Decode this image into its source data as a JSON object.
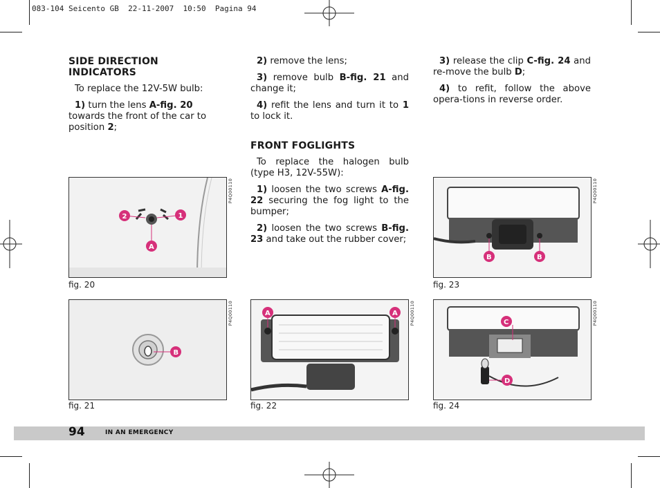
{
  "slug": "083-104 Seicento GB  22-11-2007  10:50  Pagina 94",
  "col1": {
    "heading_line1": "SIDE DIRECTION",
    "heading_line2": "INDICATORS",
    "intro": "To replace the 12V-5W bulb:",
    "s1_num": "1)",
    "s1_a": " turn the lens ",
    "s1_ref": "A-fig. 20",
    "s1_b": " towards the front of the car to position ",
    "s1_pos": "2",
    "s1_c": ";"
  },
  "col2": {
    "s2_num": "2)",
    "s2_a": " remove the lens;",
    "s3_num": "3)",
    "s3_a": " remove bulb ",
    "s3_ref": "B-fig. 21",
    "s3_b": " and change it;",
    "s4_num": "4)",
    "s4_a": " refit the lens and turn it to ",
    "s4_pos": "1",
    "s4_b": " to lock it.",
    "heading": "FRONT FOGLIGHTS",
    "intro": "To replace the halogen bulb (type H3, 12V-55W):",
    "f1_num": "1)",
    "f1_a": " loosen the two screws ",
    "f1_ref": "A-fig. 22",
    "f1_b": " securing the fog light to the bumper;",
    "f2_num": "2)",
    "f2_a": " loosen the two screws ",
    "f2_ref": "B-fig. 23",
    "f2_b": " and take out the rubber cover;"
  },
  "col3": {
    "f3_num": "3)",
    "f3_a": " release the clip ",
    "f3_ref": "C-fig. 24",
    "f3_b": " and re-move the bulb ",
    "f3_d": "D",
    "f3_c": ";",
    "f4_num": "4)",
    "f4_a": " to refit, follow the above opera-tions in reverse order."
  },
  "figures": {
    "fig20": {
      "caption": "fig. 20",
      "code": "P4Q00110",
      "labels": [
        "2",
        "1",
        "A"
      ]
    },
    "fig21": {
      "caption": "fig. 21",
      "code": "P4Q00110",
      "labels": [
        "B"
      ]
    },
    "fig22": {
      "caption": "fig. 22",
      "code": "P4Q00110",
      "labels": [
        "A",
        "A"
      ]
    },
    "fig23": {
      "caption": "fig. 23",
      "code": "P4Q00110",
      "labels": [
        "B",
        "B"
      ]
    },
    "fig24": {
      "caption": "fig. 24",
      "code": "P4Q00110",
      "labels": [
        "C",
        "D"
      ]
    }
  },
  "footer": {
    "page_number": "94",
    "section": "IN AN EMERGENCY"
  },
  "colors": {
    "footer_band": "#c9c9c9",
    "label_badge": "#d6307a"
  }
}
